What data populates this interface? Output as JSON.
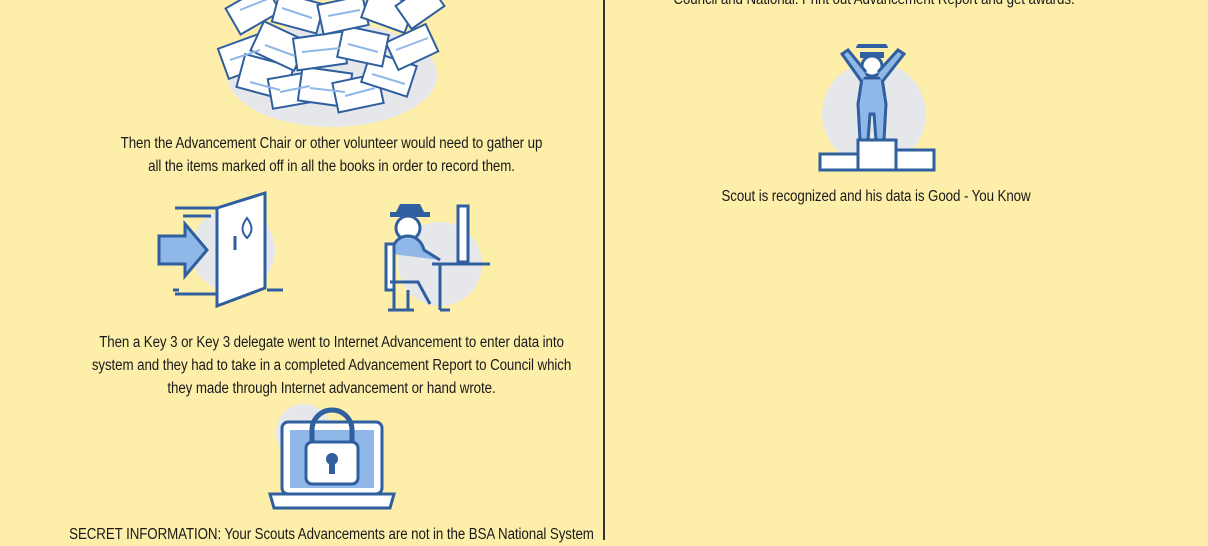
{
  "left": {
    "caption_books": "Then the Advancement Chair or other volunteer would need to gather up all the items marked off in all the books in order to record them.",
    "caption_books_line1": "Then the Advancement Chair or other volunteer would need to gather up",
    "caption_books_line2": "all the items marked off in all the books in order to record them.",
    "caption_internet_line1": "Then a Key 3 or Key 3 delegate went to Internet Advancement to enter data into",
    "caption_internet_line2": "system and they had to take in a completed Advancement Report to Council which",
    "caption_internet_line3": "they made through Internet advancement or hand wrote.",
    "caption_secret": "SECRET INFORMATION: Your Scouts Advancements are not in the BSA National System"
  },
  "right": {
    "caption_top": "Council and National.  Print out Advancement Report and get awards.",
    "caption_scout": "Scout is recognized and his data is Good - You Know"
  },
  "icons": [
    "books-pile-icon",
    "door-enter-icon",
    "scout-at-computer-icon",
    "laptop-lock-icon",
    "scout-podium-icon"
  ],
  "colors": {
    "background": "#fdeeaa",
    "icon_blue": "#2f5f9e",
    "icon_light_blue": "#8fb8e8",
    "icon_gray": "#e6e7ea"
  }
}
